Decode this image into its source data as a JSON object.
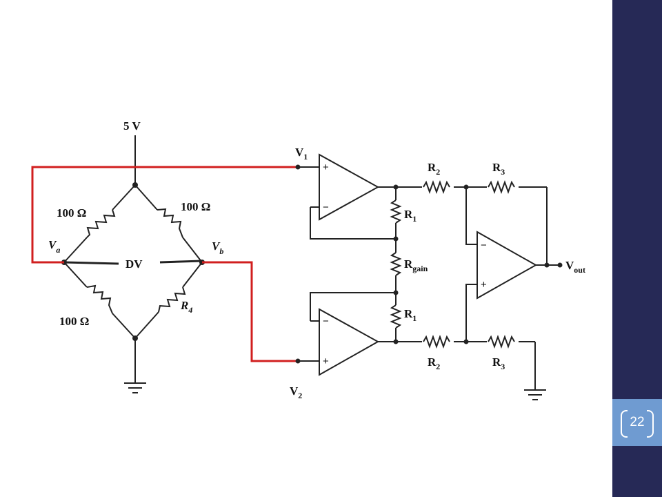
{
  "page": {
    "number": "22"
  },
  "diagram": {
    "supply_label": "5 V",
    "bridge": {
      "r_top_left": "100 Ω",
      "r_top_right": "100 Ω",
      "r_bottom_left": "100 Ω",
      "r_bottom_right": "R",
      "r_bottom_right_sub": "4",
      "node_a": "V",
      "node_a_sub": "a",
      "node_b": "V",
      "node_b_sub": "b",
      "diff_label": "DV"
    },
    "inputs": {
      "v1": "V",
      "v1_sub": "1",
      "v2": "V",
      "v2_sub": "2"
    },
    "resistors": {
      "r1": "R",
      "r1_sub": "1",
      "rgain": "R",
      "rgain_sub": "gain",
      "r2": "R",
      "r2_sub": "2",
      "r3": "R",
      "r3_sub": "3"
    },
    "output": {
      "label": "V",
      "sub": "out"
    },
    "opamp_plus": "+",
    "opamp_minus": "−",
    "colors": {
      "bridge_wire": "#d11f1f",
      "sidebar": "#262956",
      "page_box": "#6f9bd1"
    }
  }
}
